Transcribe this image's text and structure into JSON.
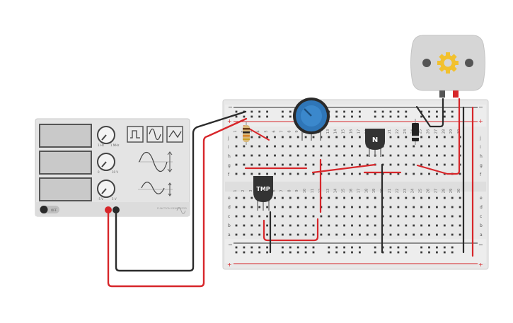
{
  "function_generator": {
    "knob_labels": [
      {
        "min": "1 Hz",
        "max": "1 MHz"
      },
      {
        "min": "0",
        "max": "10 V"
      },
      {
        "min": "-5 V",
        "max": "5 V"
      }
    ],
    "off_label": "OFF",
    "waveforms": [
      "square",
      "sine",
      "triangle"
    ],
    "brand": "FUNCTION GENERATOR"
  },
  "breadboard": {
    "rail_plus": "+",
    "rail_minus": "−",
    "row_letters_top": [
      "j",
      "i",
      "h",
      "g",
      "f"
    ],
    "row_letters_bottom": [
      "e",
      "d",
      "c",
      "b",
      "a"
    ],
    "column_numbers": [
      "1",
      "2",
      "3",
      "4",
      "5",
      "6",
      "7",
      "8",
      "9",
      "10",
      "11",
      "12",
      "13",
      "14",
      "15",
      "16",
      "17",
      "18",
      "19",
      "20",
      "21",
      "22",
      "23",
      "24",
      "25",
      "26",
      "27",
      "28",
      "29",
      "30"
    ]
  },
  "components": {
    "temp_sensor_label": "TMP",
    "transistor_label": "N",
    "resistor": "resistor",
    "potentiometer": "potentiometer",
    "diode": "diode",
    "motor": "dc-motor"
  },
  "colors": {
    "wire_red": "#d7262a",
    "wire_black": "#2b2b2b",
    "board": "#e8e8e8",
    "pot_blue": "#2f76b8",
    "gear": "#f2c12e"
  }
}
